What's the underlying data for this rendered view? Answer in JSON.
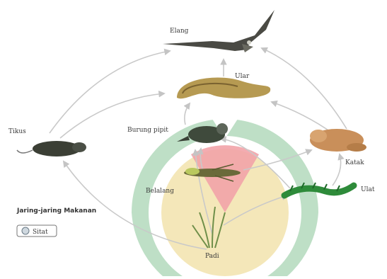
{
  "diagram": {
    "nodes": {
      "elang": "Elang",
      "ular": "Ular",
      "tikus": "Tikus",
      "burung_pipit": "Burung pipit",
      "katak": "Katak",
      "belalang": "Belalang",
      "ulat": "Ulat",
      "padi": "Padi"
    },
    "legend": {
      "title": "Jaring-jaring Makanan",
      "badge": "Sitat"
    },
    "colors": {
      "arrow": "#c9c9c9",
      "circle_fill": "#f3e6b5",
      "ring": "#b7dcc0",
      "wedge": "#f2a3a8"
    }
  }
}
